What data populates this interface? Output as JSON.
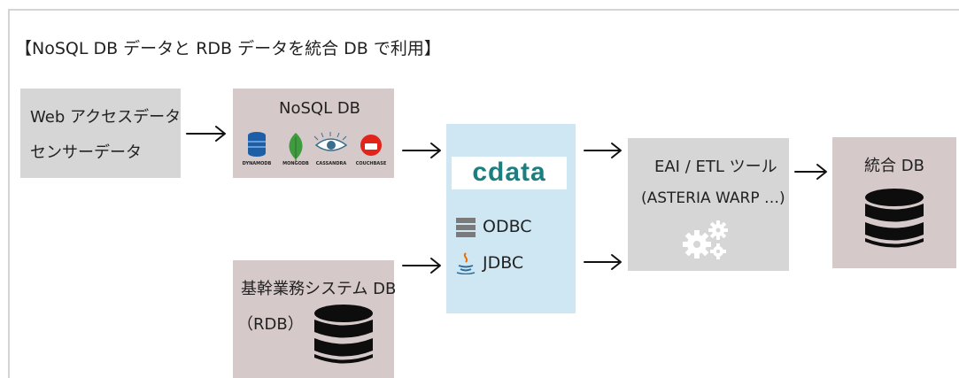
{
  "title": "【NoSQL DB データと RDB データを統合 DB で利用】",
  "sources": {
    "web": {
      "line1": "Web アクセスデータ",
      "line2": "センサーデータ"
    },
    "nosql": {
      "title": "NoSQL DB",
      "items": [
        "DYNAMODB",
        "MONGODB",
        "CASSANDRA",
        "COUCHBASE"
      ]
    },
    "rdb": {
      "line1": "基幹業務システム DB",
      "line2": "（RDB）"
    }
  },
  "cdata": {
    "logo": "cdata",
    "odbc": "ODBC",
    "jdbc": "JDBC"
  },
  "etl": {
    "line1": "EAI / ETL ツール",
    "line2": "(ASTERIA WARP …)"
  },
  "target": {
    "title": "統合 DB"
  },
  "colors": {
    "gray": "#d6d6d6",
    "rose": "#d6c9c9",
    "blue": "#cfe7f3",
    "logo_green": "#1b7f7f"
  },
  "icons": [
    "database-icon",
    "gears-icon",
    "server-icon",
    "java-icon",
    "dynamodb-icon",
    "mongodb-icon",
    "cassandra-icon",
    "couchbase-icon"
  ]
}
